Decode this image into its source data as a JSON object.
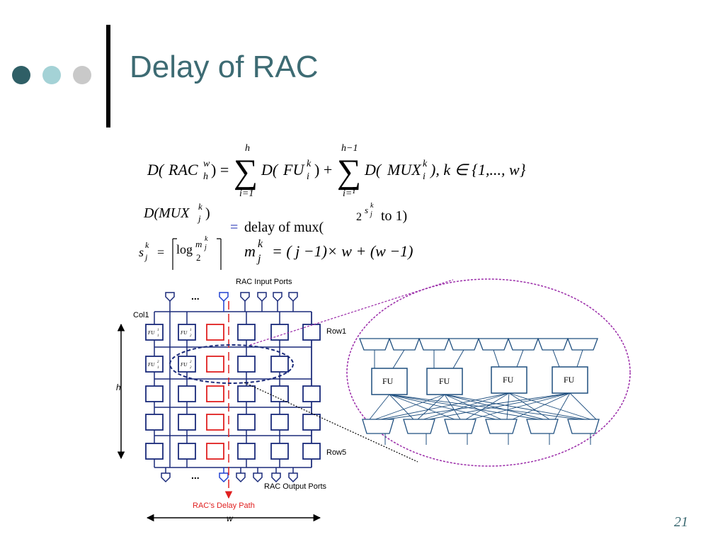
{
  "slide": {
    "title": "Delay of RAC",
    "number": "21",
    "accent_colors": {
      "dark_teal": "#2f5f66",
      "light_teal": "#a4d2d6",
      "gray": "#c9c9c9",
      "title": "#3d6b73"
    }
  },
  "equations": {
    "eq1": {
      "lhs_D": "D(",
      "lhs_RAC": "RAC",
      "lhs_sup": "w",
      "lhs_sub": "h",
      "lhs_close": ") =",
      "sum1_top": "h",
      "sum1_bottom": "i=1",
      "term1_D": "D(",
      "term1_FU": "FU",
      "term1_sup": "k",
      "term1_sub": "i",
      "term1_close": ") +",
      "sum2_top": "h−1",
      "sum2_bottom": "i=¹",
      "term2_D": "D(",
      "term2_MUX": "MUX",
      "term2_sup": "k",
      "term2_sub": "i",
      "term2_close": "), k ∈ {1,..., w}"
    },
    "eq2": {
      "lhs": "D(MUX",
      "lhs_sup": "k",
      "lhs_sub": "j",
      "lhs_close": ")",
      "eq": "=",
      "text": "delay of mux(",
      "two": "2",
      "exp_s": "s",
      "exp_sup": "k",
      "exp_sub": "j",
      "to": "to 1)"
    },
    "eq3": {
      "s": "s",
      "s_sup": "k",
      "s_sub": "j",
      "eq": "=",
      "log": "log",
      "log_base": "2",
      "m": "m",
      "m_sup": "k",
      "m_sub": "j"
    },
    "eq4": {
      "m": "m",
      "m_sup": "k",
      "m_sub": "j",
      "rhs": "= ( j −1)× w + (w −1)"
    }
  },
  "diagram": {
    "input_ports_label": "RAC Input Ports",
    "output_ports_label": "RAC Output Ports",
    "col1_label": "Col1",
    "row1_label": "Row1",
    "row5_label": "Row5",
    "h_label": "h",
    "w_label": "w",
    "ellipsis_top": "...",
    "ellipsis_bottom": "...",
    "delay_path_label": "RAC’s Delay Path",
    "fu_labels": [
      "FU",
      "FU",
      "FU",
      "FU"
    ],
    "cell_labels": {
      "fu11": "FU",
      "fu11_sup": "1",
      "fu11_sub": "1",
      "fu12": "FU",
      "fu12_sup": "1",
      "fu12_sub": "2",
      "fu21": "FU",
      "fu21_sup": "2",
      "fu21_sub": "1",
      "fu22": "FU",
      "fu22_sup": "2",
      "fu22_sub": "2"
    },
    "colors": {
      "navy": "#1a2a7a",
      "red": "#e02020",
      "blue": "#2040d0",
      "dashed_navy": "#1a2a7a",
      "purple": "#9a2aa8",
      "mux_blue": "#1f4f7f"
    }
  }
}
